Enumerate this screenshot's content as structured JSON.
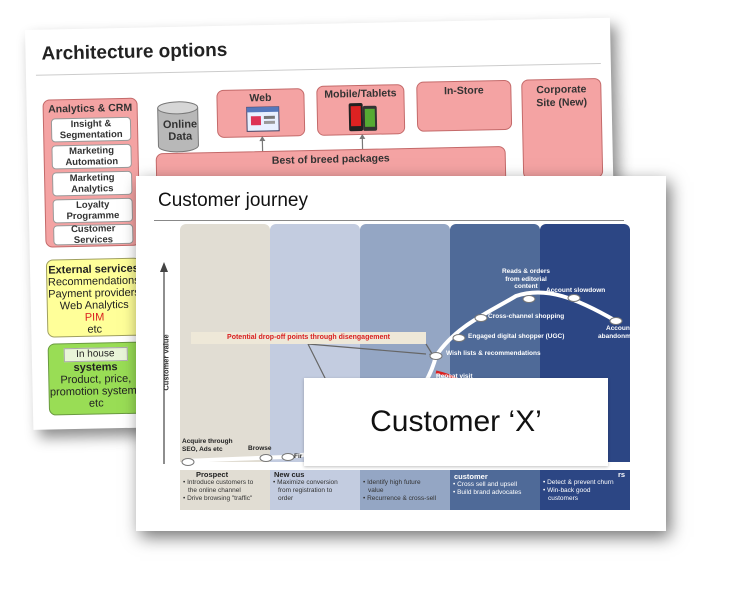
{
  "back_slide": {
    "title": "Architecture options",
    "analytics_header": "Analytics & CRM",
    "analytics_items": [
      "Insight & Segmentation",
      "Marketing Automation",
      "Marketing Analytics",
      "Loyalty Programme",
      "Customer Services"
    ],
    "online_data": "Online Data",
    "channels": [
      "Web",
      "Mobile/Tablets",
      "In-Store"
    ],
    "corporate_site": "Corporate Site (New)",
    "best_of_breed": "Best of breed packages",
    "external_header": "External services",
    "external_items": [
      "Recommendations",
      "Payment providers",
      "Web Analytics"
    ],
    "external_pim": "PIM",
    "external_etc": "etc",
    "inhouse_label": "In house",
    "inhouse_header": "systems",
    "inhouse_items": [
      "Product, price,",
      "promotion systems",
      "etc"
    ]
  },
  "front_slide": {
    "title": "Customer journey",
    "y_axis_label": "Customer value",
    "drop_off": "Potential drop-off points through disengagement",
    "curve_labels": {
      "acquire": "Acquire through SEO, Ads etc",
      "browse": "Browse",
      "first": "Fir",
      "repeat": "Repeat visit",
      "wishlists": "Wish lists & recommendations",
      "engaged": "Engaged digital shopper (UGC)",
      "cross_channel": "Cross-channel shopping",
      "reads_orders": "Reads & orders from editorial content",
      "slowdown": "Account slowdown",
      "abandonment": "Account abandonment"
    },
    "stages": [
      {
        "name": "Prospect",
        "desc": [
          "• Introduce customers to",
          "the online channel",
          "• Drive browsing \"traffic\""
        ]
      },
      {
        "name": "New cus",
        "desc": [
          "• Maximize conversion",
          "from registration to",
          "order"
        ]
      },
      {
        "name": "",
        "desc": [
          "• Identify high future",
          "value",
          "• Recurrence & cross-sell"
        ]
      },
      {
        "name": "customer",
        "desc": [
          "• Cross sell and upsell",
          "• Build brand advocates"
        ]
      },
      {
        "name": "rs",
        "desc": [
          "• Detect & prevent churn",
          "• Win-back good",
          "customers"
        ]
      }
    ],
    "overlay_text": "Customer ‘X’"
  },
  "colors": {
    "pink": "#f4a3a3",
    "yellow": "#ffff99",
    "green": "#99dd55",
    "stage1": "#e1ddd3",
    "stage2": "#c3cce0",
    "stage3": "#94a6c4",
    "stage4": "#4f6a98",
    "stage5": "#2c4684",
    "drop_off_red": "#d92020"
  }
}
